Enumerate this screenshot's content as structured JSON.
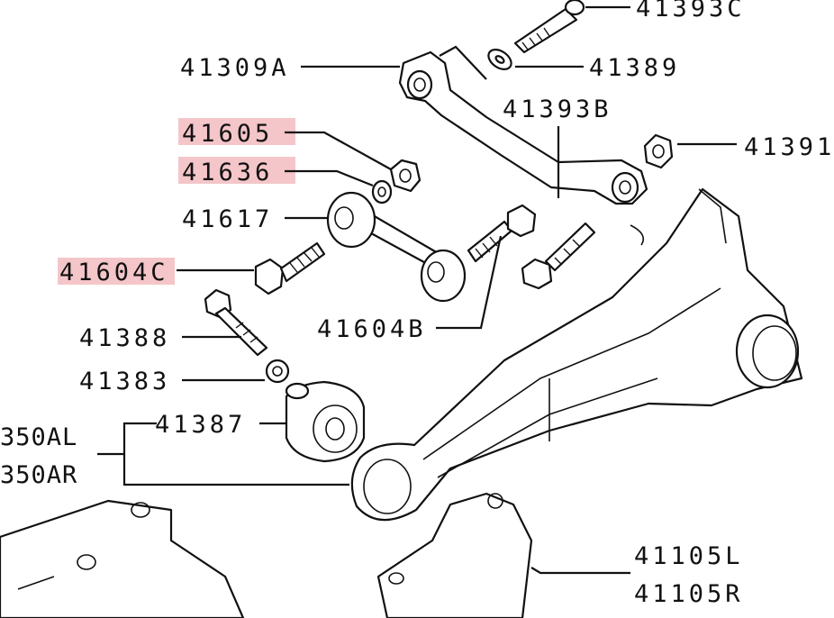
{
  "highlight_color": "#f4c6c9",
  "ink_color": "#111111",
  "labels": {
    "l41393C": "41393C",
    "l41309A": "41309A",
    "l41389": "41389",
    "l41393B": "41393B",
    "l41391": "41391",
    "l41605": "41605",
    "l41636": "41636",
    "l41617": "41617",
    "l41604C": "41604C",
    "l41604B": "41604B",
    "l41388": "41388",
    "l41383": "41383",
    "l41387": "41387",
    "l350AL": "350AL",
    "l350AR": "350AR",
    "l41105L": "41105L",
    "l41105R": "41105R"
  }
}
